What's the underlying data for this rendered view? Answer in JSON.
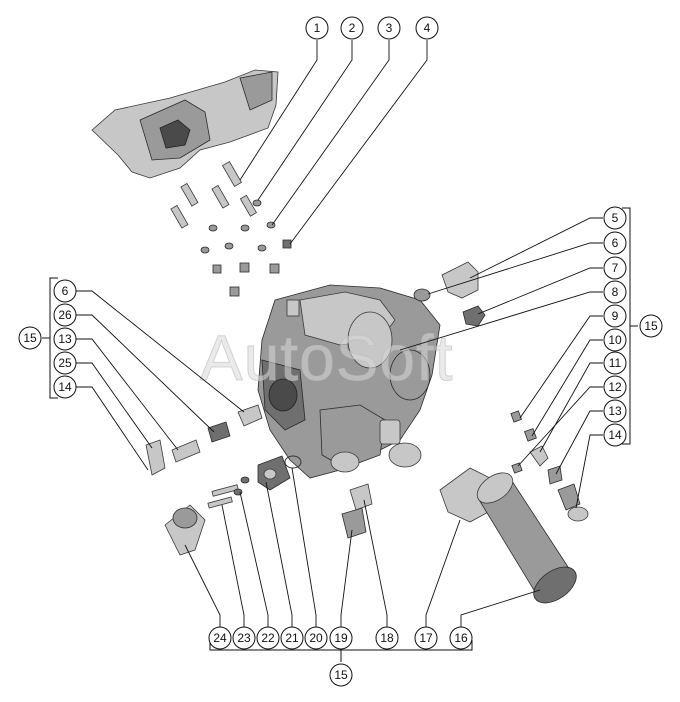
{
  "watermark": "AutoSoft",
  "callouts": {
    "top": [
      "1",
      "2",
      "3",
      "4"
    ],
    "left_group": [
      "6",
      "26",
      "13",
      "25",
      "14"
    ],
    "left_group_total": "15",
    "right_upper": [
      "5",
      "6",
      "7",
      "8"
    ],
    "right_lower": [
      "9",
      "10",
      "11",
      "12",
      "13",
      "14"
    ],
    "right_group_total": "15",
    "bottom": [
      "24",
      "23",
      "22",
      "21",
      "20",
      "19",
      "18",
      "17",
      "16"
    ],
    "bottom_group_total": "15"
  }
}
